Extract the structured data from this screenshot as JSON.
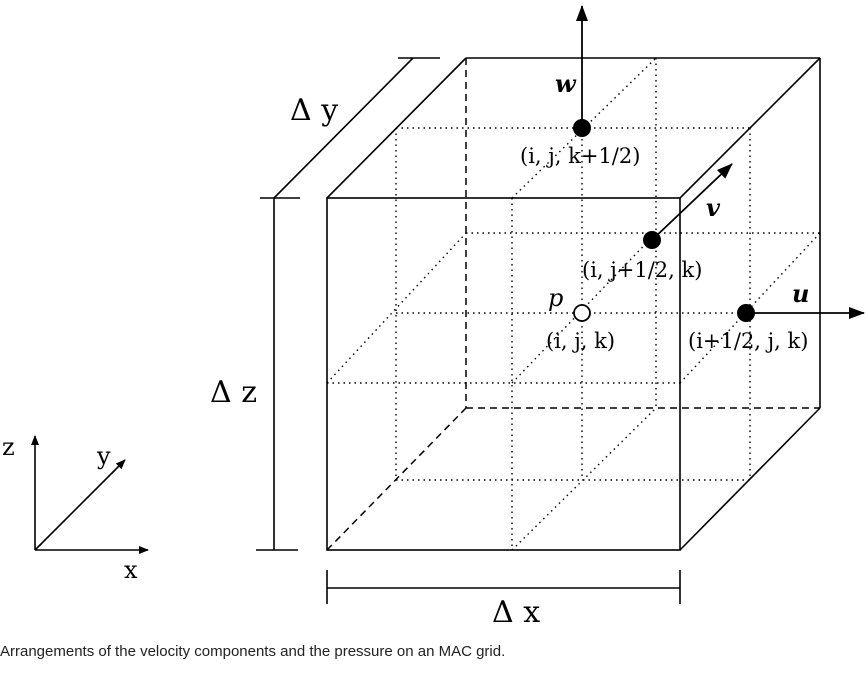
{
  "labels": {
    "delta_y": "Δ y",
    "delta_z": "Δ z",
    "delta_x": "Δ x",
    "axis_z": "z",
    "axis_y": "y",
    "axis_x": "x",
    "w": "w",
    "v": "v",
    "u": "u",
    "p": "p",
    "coord_w": "(i, j, k+1/2)",
    "coord_v": "(i, j+1/2, k)",
    "coord_p": "(i, j, k)",
    "coord_u": "(i+1/2, j, k)"
  },
  "caption": "Arrangements of the velocity components and the pressure on an MAC grid."
}
